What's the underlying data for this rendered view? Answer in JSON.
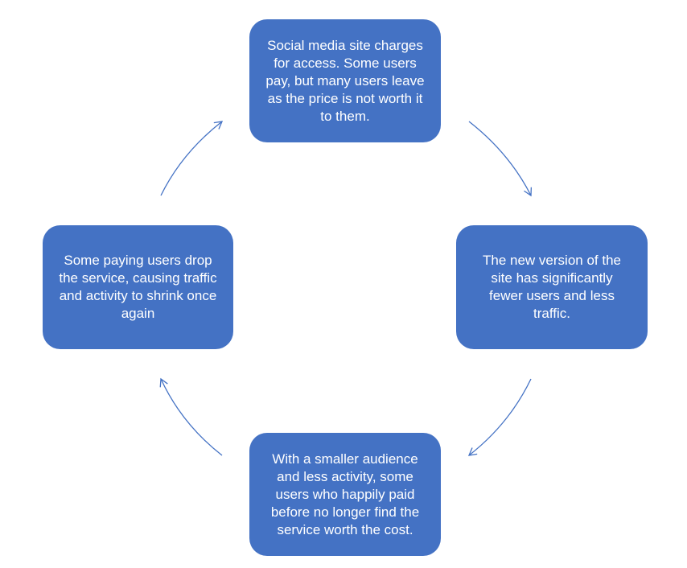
{
  "diagram": {
    "nodes": {
      "top": "Social media site charges for access. Some users pay, but many users leave as the price is not worth it to them.",
      "right": "The new version of the site has significantly fewer users and less traffic.",
      "bottom": "With a smaller audience and less activity, some users who happily paid before no longer find the service worth the cost.",
      "left": "Some paying users drop the service, causing traffic and activity to shrink once again"
    },
    "flow": "clockwise",
    "colors": {
      "node_fill": "#4472c4",
      "node_text": "#ffffff",
      "arrow": "#4472c4"
    }
  }
}
